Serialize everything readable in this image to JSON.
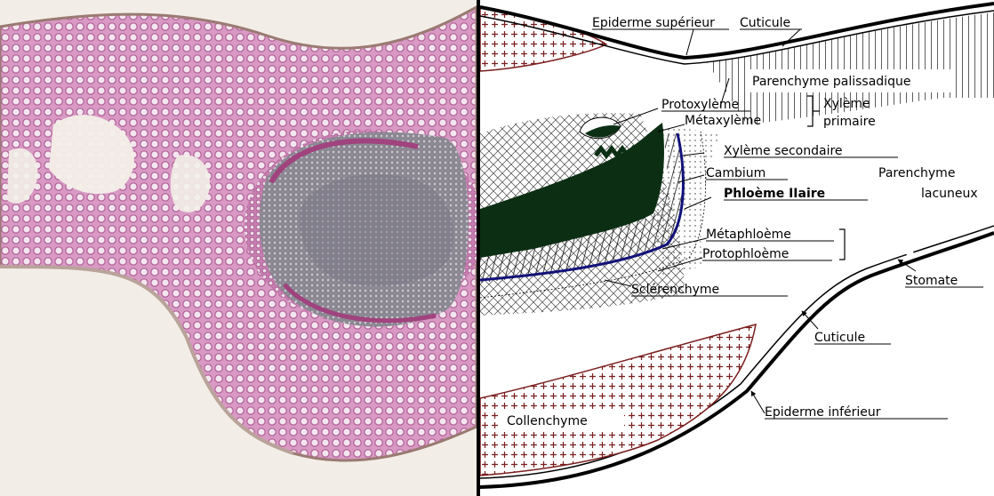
{
  "labels": {
    "epiderme_sup": "Epiderme supérieur",
    "cuticule_top": "Cuticule",
    "parenchyme_pal": "Parenchyme palissadique",
    "protoxyleme": "Protoxylème",
    "xyleme": "Xylème",
    "metaxyleme": "Métaxylème",
    "primaire": "primaire",
    "xyleme_sec": "Xylème secondaire",
    "cambium": "Cambium",
    "parenchyme_lac_1": "Parenchyme",
    "parenchyme_lac_2": "lacuneux",
    "phloeme_iiaire": "Phloème IIaire",
    "metaphloeme": "Métaphloème",
    "protophloeme": "Protophloème",
    "stomate": "Stomate",
    "sclerenchyme": "Sclérenchyme",
    "cuticule_bottom": "Cuticule",
    "collenchyme": "Collenchyme",
    "epiderme_inf": "Epiderme inférieur"
  },
  "colors": {
    "tissue_pink": "#cf86b8",
    "cell_wall": "#a34a8a",
    "vascular_dark": "#6b6a78",
    "xylem_fill": "#0c2f14",
    "phloem_line": "#12127a",
    "collenchyme_fill": "#7a1e1e"
  }
}
